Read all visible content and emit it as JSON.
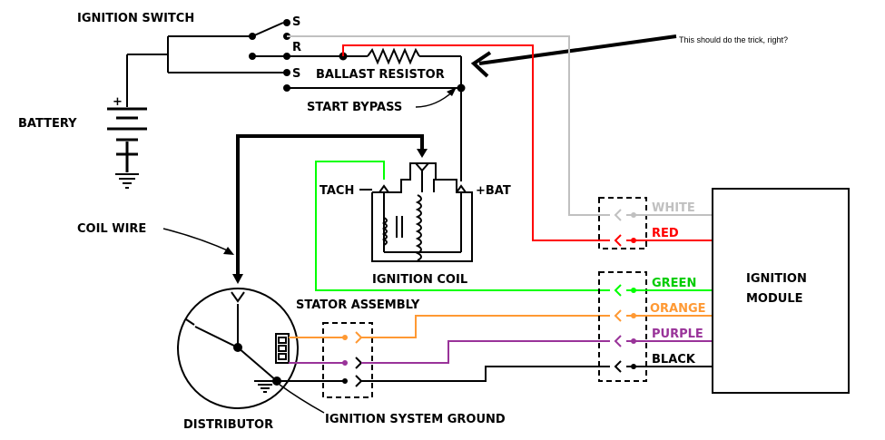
{
  "labels": {
    "ignition_switch": "IGNITION SWITCH",
    "terminal_s_top": "S",
    "terminal_r": "R",
    "terminal_s_bottom": "S",
    "battery": "BATTERY",
    "ballast_resistor": "BALLAST RESISTOR",
    "start_bypass": "START BYPASS",
    "tach": "TACH",
    "bat": "+BAT",
    "ignition_coil": "IGNITION COIL",
    "coil_wire": "COIL WIRE",
    "stator_assembly": "STATOR ASSEMBLY",
    "distributor": "DISTRIBUTOR",
    "ignition_system_ground": "IGNITION SYSTEM GROUND",
    "ignition_module_line1": "IGNITION",
    "ignition_module_line2": "MODULE",
    "battery_plus": "+"
  },
  "annotation": "This should do the trick, right?",
  "wires": [
    {
      "name": "WHITE",
      "color": "#c0c0c0"
    },
    {
      "name": "RED",
      "color": "#ff0000"
    },
    {
      "name": "GREEN",
      "color": "#00ff00"
    },
    {
      "name": "ORANGE",
      "color": "#ff9933"
    },
    {
      "name": "PURPLE",
      "color": "#993399"
    },
    {
      "name": "BLACK",
      "color": "#000000"
    }
  ]
}
